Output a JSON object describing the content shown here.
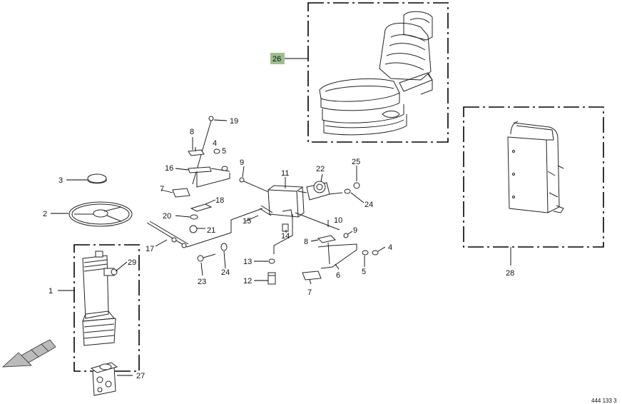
{
  "callouts": {
    "c1": "1",
    "c2": "2",
    "c3": "3",
    "c4a": "4",
    "c4b": "4",
    "c5a": "5",
    "c5b": "5",
    "c6": "6",
    "c7a": "7",
    "c7b": "7",
    "c8a": "8",
    "c8b": "8",
    "c9a": "9",
    "c9b": "9",
    "c10": "10",
    "c11": "11",
    "c12": "12",
    "c13": "13",
    "c14": "14",
    "c15": "15",
    "c16": "16",
    "c17": "17",
    "c18": "18",
    "c19": "19",
    "c20": "20",
    "c21": "21",
    "c22": "22",
    "c23": "23",
    "c24a": "24",
    "c24b": "24",
    "c25": "25",
    "c26": "26",
    "c27": "27",
    "c28": "28",
    "c29": "29"
  },
  "highlight_color": "#9cbf8a",
  "figure_number": "444 133 3"
}
